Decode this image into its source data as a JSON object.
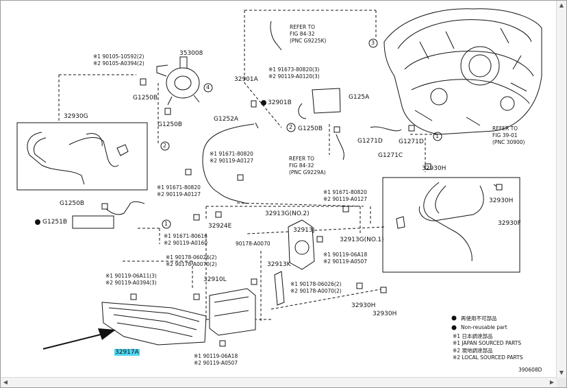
{
  "parts": {
    "p353008": "353008",
    "p32901A": "32901A",
    "p32901B": "32901B",
    "p125A": "G125A",
    "p1250B_a": "G1250B",
    "p1250B_b": "G1250B",
    "p1250B_c": "G1250B",
    "p1250B_d": "G1250B",
    "p32930G": "32930G",
    "p1252A": "G1252A",
    "p1271D_a": "G1271D",
    "p1271D_b": "G1271D",
    "p1271C": "G1271C",
    "p32930H_a": "32930H",
    "p32930H_b": "32930H",
    "p32930H_c": "32930H",
    "p32930H_d": "32930H",
    "p32930F": "32930F",
    "p1251B": "G1251B",
    "p32924E": "32924E",
    "p32913G_no2": "32913G(NO.2)",
    "p32913J": "32913J",
    "p32913K": "32913K",
    "p32913G_no1": "32913G(NO.1)",
    "p90178": "90178-A0070",
    "p32910L": "32910L",
    "p32917A": "32917A"
  },
  "notes": {
    "n1a": "※1 90105-10592(2)",
    "n1b": "※2 90105-A0394(2)",
    "n2a": "※1 91673-80820(3)",
    "n2b": "※2 90119-A0120(3)",
    "n3a": "※1 91671-80820",
    "n3b": "※2 90119-A0127",
    "n4a": "※1 91671-80820",
    "n4b": "※2 90119-A0127",
    "n5a": "※1 91671-80820",
    "n5b": "※2 90119-A0127",
    "n6a": "※1 91671-80616",
    "n6b": "※2 90119-A0160",
    "n7a": "※1 90178-06026(2)",
    "n7b": "※2 90178-A0070(2)",
    "n8a": "※1 90119-06A18",
    "n8b": "※2 90119-A0507",
    "n9a": "※1 90119-06A11(3)",
    "n9b": "※2 90119-A0394(3)",
    "n10a": "※1 90178-06026(2)",
    "n10b": "※2 90178-A0070(2)",
    "n11a": "※1 90119-06A18",
    "n11b": "※2 90119-A0507"
  },
  "refs": {
    "r1a": "REFER TO",
    "r1b": "FIG 84-32",
    "r1c": "(PNC G9225K)",
    "r2a": "REFER TO",
    "r2b": "FIG 84-32",
    "r2c": "(PNC G9229A)",
    "r3a": "REFER TO",
    "r3b": "FIG 39-01",
    "r3c": "(PNC 30900)"
  },
  "callouts": {
    "c1": "1",
    "c2": "2",
    "c3": "3",
    "c4": "4"
  },
  "legend": {
    "l1": "再使用不可部品",
    "l2": "Non-reusable part",
    "l3": "※1 日本調達部品",
    "l4": "※1 JAPAN SOURCED PARTS",
    "l5": "※2 現地調達部品",
    "l6": "※2 LOCAL SOURCED PARTS"
  },
  "figure_id": "390608D",
  "highlight_color": "#4fd6f2"
}
